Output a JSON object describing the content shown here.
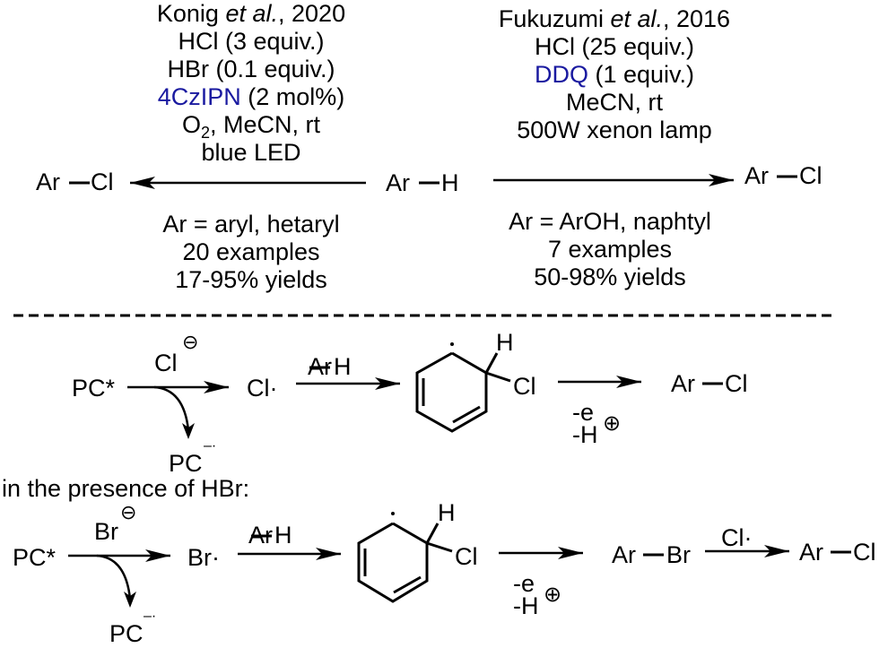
{
  "left_route": {
    "reference_author": "Konig",
    "reference_etal": "et al.",
    "reference_year": ", 2020",
    "conditions": [
      "HCl (3 equiv.)",
      "HBr (0.1 equiv.)"
    ],
    "catalyst_name": "4CzIPN",
    "catalyst_loading": " (2 mol%)",
    "solvent_line_o": "O",
    "solvent_line_sub": "2",
    "solvent_line_rest": ", MeCN, rt",
    "light": "blue LED",
    "product": "Ar—Cl",
    "product_left": "Ar",
    "product_right": "Cl",
    "scope": [
      "Ar = aryl, hetaryl",
      "20 examples",
      "17-95% yields"
    ]
  },
  "center": {
    "substrate_left": "Ar",
    "substrate_right": "H"
  },
  "right_route": {
    "reference_author": "Fukuzumi ",
    "reference_etal": "et al.",
    "reference_year": ", 2016",
    "conditions_1": "HCl (25 equiv.)",
    "oxidant_name": "DDQ",
    "oxidant_amount": " (1 equiv.)",
    "conditions_2": [
      "MeCN, rt",
      "500W xenon lamp"
    ],
    "product_left": "Ar",
    "product_right": "Cl",
    "scope": [
      "Ar = ArOH, naphtyl",
      "7 examples",
      "50-98% yields"
    ]
  },
  "mechanism_1": {
    "pc_star": "PC*",
    "anion": "Cl",
    "anion_charge": "⊖",
    "radical": "Cl·",
    "pc_reduced": "PC",
    "pc_reduced_charge": "–·",
    "reagent_left": "Ar",
    "reagent_right": "H",
    "intermediate_h": "H",
    "intermediate_cl": "Cl",
    "loss_e": "-e",
    "loss_h": "-H",
    "loss_h_charge": "⊕",
    "product_left": "Ar",
    "product_right": "Cl"
  },
  "mechanism_2": {
    "caption": "in the presence of HBr:",
    "pc_star": "PC*",
    "anion": "Br",
    "anion_charge": "⊖",
    "radical": "Br·",
    "pc_reduced": "PC",
    "pc_reduced_charge": "–·",
    "reagent_left": "Ar",
    "reagent_right": "H",
    "intermediate_h": "H",
    "intermediate_cl": "Cl",
    "loss_e": "-e",
    "loss_h": "-H",
    "loss_h_charge": "⊕",
    "intermediate_product_left": "Ar",
    "intermediate_product_right": "Br",
    "final_reagent": "Cl·",
    "product_left": "Ar",
    "product_right": "Cl"
  },
  "colors": {
    "highlight_blue": "#1a1aa0",
    "ink": "#000000"
  }
}
